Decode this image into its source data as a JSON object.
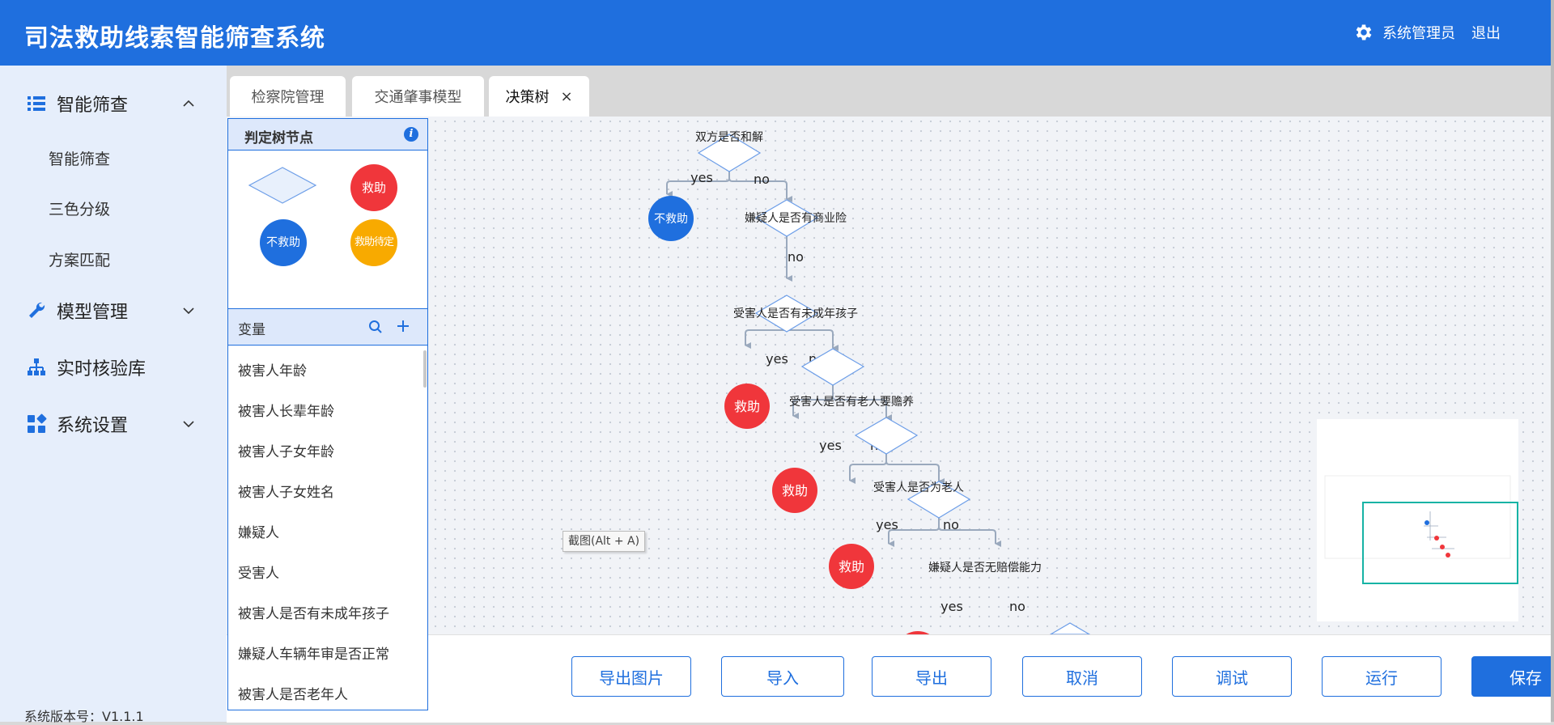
{
  "header": {
    "title": "司法救助线索智能筛查系统",
    "user": "系统管理员",
    "logout": "退出"
  },
  "sidebar": {
    "menu1": {
      "label": "智能筛查",
      "items": [
        "智能筛查",
        "三色分级",
        "方案匹配"
      ]
    },
    "menu2": {
      "label": "模型管理"
    },
    "menu3": {
      "label": "实时核验库"
    },
    "menu4": {
      "label": "系统设置"
    },
    "version": "系统版本号：V1.1.1"
  },
  "tabs": [
    "检察院管理",
    "交通肇事模型",
    "决策树"
  ],
  "tab_close": "×",
  "palette": {
    "title": "判定树节点",
    "info": "i",
    "nodes": {
      "rescue": "救助",
      "no_rescue": "不救助",
      "pending": "救助待定"
    },
    "variables_title": "变量",
    "variables": [
      "被害人年龄",
      "被害人长辈年龄",
      "被害人子女年龄",
      "被害人子女姓名",
      "嫌疑人",
      "受害人",
      "被害人是否有未成年孩子",
      "嫌疑人车辆年审是否正常",
      "被害人是否老年人"
    ]
  },
  "tree": {
    "decisions": [
      "双方是否和解",
      "嫌疑人是否有商业险",
      "受害人是否有未成年孩子",
      "受害人是否有老人要赡养",
      "受害人是否为老人",
      "嫌疑人是否无赔偿能力"
    ],
    "outcomes": {
      "no_rescue": "不救助",
      "rescue": "救助"
    },
    "edge_yes": "yes",
    "edge_no": "no"
  },
  "tooltip": "截图(Alt + A)",
  "buttons": [
    "导出图片",
    "导入",
    "导出",
    "取消",
    "调试",
    "运行",
    "保存"
  ],
  "colors": {
    "primary": "#1f6fde",
    "rescue": "#f0363b",
    "no_rescue": "#1f6fde",
    "pending": "#f8aa00",
    "sidebar_bg": "#e6eefb",
    "edge": "#9aa9bd",
    "minimap_viewport": "#16b3a5"
  }
}
